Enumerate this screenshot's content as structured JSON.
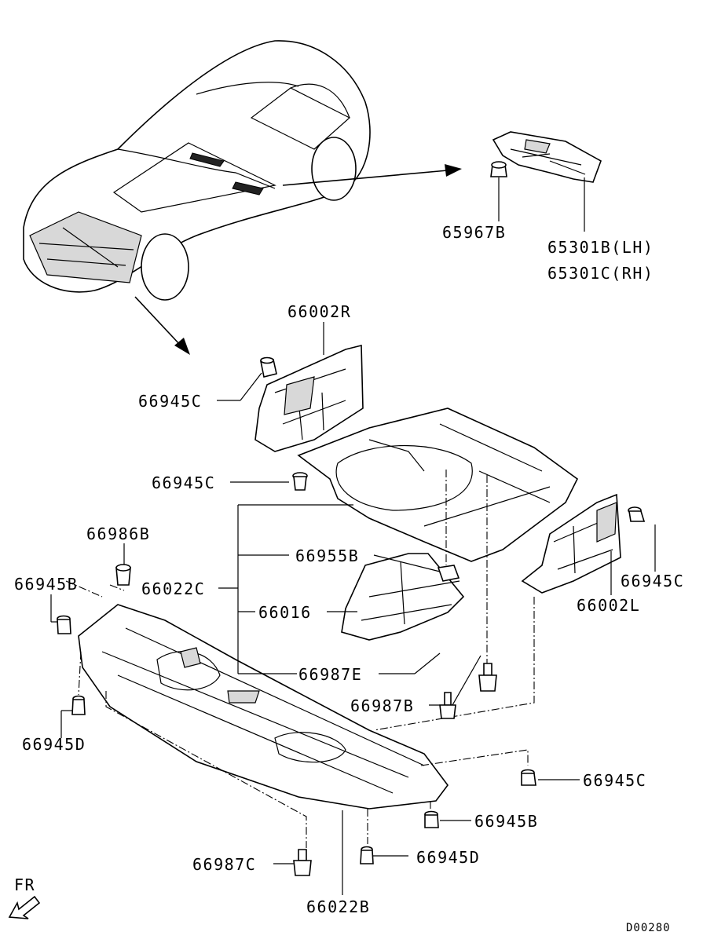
{
  "callouts": {
    "c65967B": "65967B",
    "c65301B": "65301B(LH)",
    "c65301C": "65301C(RH)",
    "c66002R": "66002R",
    "c66945C_1": "66945C",
    "c66945C_2": "66945C",
    "c66945C_3": "66945C",
    "c66945C_4": "66945C",
    "c66986B": "66986B",
    "c66945B_1": "66945B",
    "c66945B_2": "66945B",
    "c66022C": "66022C",
    "c66955B": "66955B",
    "c66016": "66016",
    "c66002L": "66002L",
    "c66987E": "66987E",
    "c66987B": "66987B",
    "c66945D_1": "66945D",
    "c66945D_2": "66945D",
    "c66987C": "66987C",
    "c66022B": "66022B"
  },
  "direction_label": "FR",
  "diagram_code": "D00280",
  "icons": {
    "front_arrow": "front-direction-arrow-icon"
  }
}
